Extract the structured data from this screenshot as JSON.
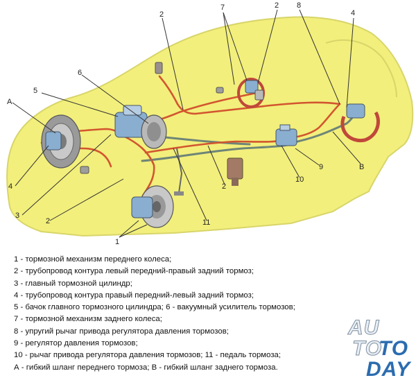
{
  "callouts": [
    "7",
    "2",
    "8",
    "4",
    "2",
    "5",
    "6",
    "A",
    "4",
    "3",
    "2",
    "11",
    "1",
    "2",
    "10",
    "9",
    "B"
  ],
  "legend": [
    "1 - тормозной механизм переднего колеса;",
    "2 - трубопровод контура левый передний-правый задний тормоз;",
    "3 - главный тормозной цилиндр;",
    "4 - трубопровод контура правый передний-левый задний тормоз;",
    "5 - бачок главного тормозного цилиндра; 6 - вакуумный усилитель тормозов;",
    "7 - тормозной механизм заднего колеса;",
    "8 - упругий рычаг привода регулятора давления тормозов;",
    "9 - регулятор давления тормозов;",
    "10 - рычаг привода регулятора давления тормозов; 11 - педаль тормоза;",
    "А - гибкий шланг переднего тормоза; В - гибкий шланг заднего тормоза."
  ],
  "watermark": {
    "line1": "AU",
    "line2a": "TO",
    "line2b": "TO",
    "line3": "DAY"
  },
  "colors": {
    "car_body": "#f2ef7c",
    "car_outline": "#d8d56a",
    "pipe_red": "#d2552f",
    "pipe_grey": "#6e8577",
    "part_blue": "#8aaed0",
    "part_grey": "#b9b9b9",
    "callout_line": "#333333"
  }
}
